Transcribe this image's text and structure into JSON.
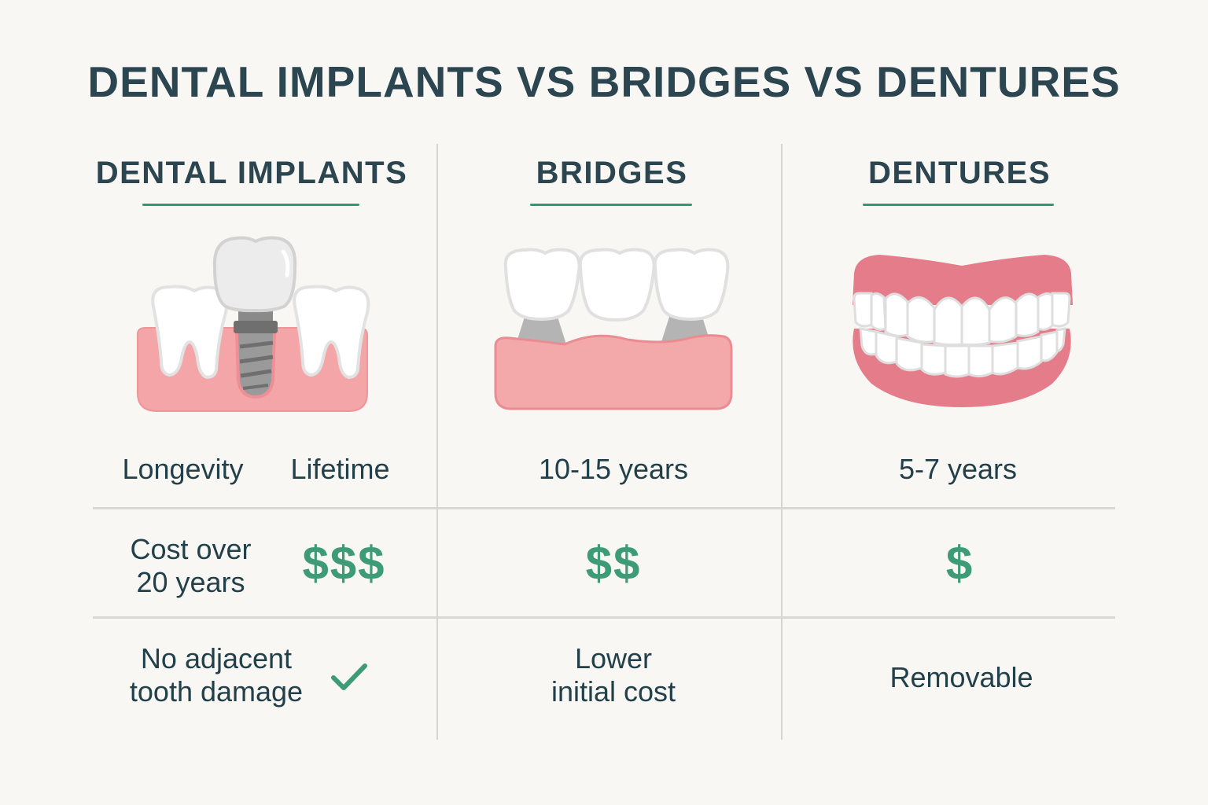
{
  "title": "DENTAL IMPLANTS VS BRIDGES VS DENTURES",
  "colors": {
    "heading": "#2b4650",
    "accent_green": "#2e9a6f",
    "dollar_green": "#3d9b78",
    "gum_pink": "#f3a5a8",
    "denture_pink": "#e57c89",
    "background": "#f8f7f3"
  },
  "columns": [
    {
      "name": "DENTAL IMPLANTS",
      "illustration": "implant-illustration",
      "longevity_label": "Longevity",
      "longevity": "Lifetime",
      "cost_label_line1": "Cost over",
      "cost_label_line2": "20 years",
      "cost": "$$$",
      "benefit_line1": "No adjacent",
      "benefit_line2": "tooth damage",
      "benefit_icon": "check-icon"
    },
    {
      "name": "BRIDGES",
      "illustration": "bridge-illustration",
      "longevity": "10-15 years",
      "cost": "$$",
      "benefit_line1": "Lower",
      "benefit_line2": "initial cost"
    },
    {
      "name": "DENTURES",
      "illustration": "dentures-illustration",
      "longevity": "5-7 years",
      "cost": "$",
      "benefit_line1": "Removable"
    }
  ]
}
